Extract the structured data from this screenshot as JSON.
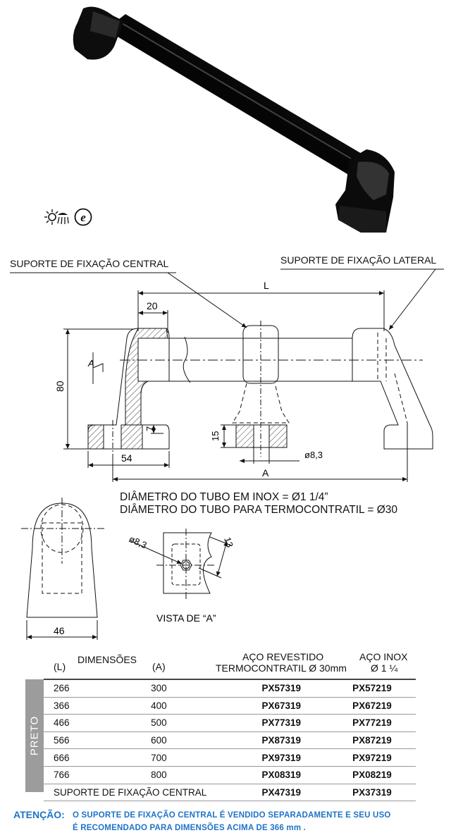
{
  "icons": [
    "sun-shower-icon",
    "e-circle-icon"
  ],
  "drawing": {
    "label_central": "SUPORTE DE FIXAÇÃO CENTRAL",
    "label_lateral": "SUPORTE DE FIXAÇÃO LATERAL",
    "dim_L": "L",
    "dim_20": "20",
    "dim_80": "80",
    "dim_7": "7",
    "dim_15": "15",
    "dim_54": "54",
    "dim_A": "A",
    "dim_hole": "ø8,3",
    "section_mark": "A",
    "dim_46": "46",
    "dim_hole_view": "ø8,3",
    "dim_13": "13",
    "view_label": "VISTA DE “A”"
  },
  "notes": {
    "line1": "DIÂMETRO DO TUBO EM INOX = Ø1 1/4”",
    "line2": "DIÂMETRO DO TUBO PARA TERMOCONTRATIL = Ø30"
  },
  "table": {
    "color_label": "PRETO",
    "headers": {
      "dimensions": "DIMENSÕES",
      "L": "(L)",
      "A": "(A)",
      "coated_line1": "AÇO REVESTIDO",
      "coated_line2": "TERMOCONTRATIL  Ø 30mm",
      "inox_line1": "AÇO INOX",
      "inox_line2": "Ø 1 ¼"
    },
    "rows": [
      {
        "L": "266",
        "A": "300",
        "coated": "PX57319",
        "inox": "PX57219"
      },
      {
        "L": "366",
        "A": "400",
        "coated": "PX67319",
        "inox": "PX67219"
      },
      {
        "L": "466",
        "A": "500",
        "coated": "PX77319",
        "inox": "PX77219"
      },
      {
        "L": "566",
        "A": "600",
        "coated": "PX87319",
        "inox": "PX87219"
      },
      {
        "L": "666",
        "A": "700",
        "coated": "PX97319",
        "inox": "PX97219"
      },
      {
        "L": "766",
        "A": "800",
        "coated": "PX08319",
        "inox": "PX08219"
      }
    ],
    "central_row": {
      "label": "SUPORTE DE FIXAÇÃO CENTRAL",
      "coated": "PX47319",
      "inox": "PX37319"
    }
  },
  "attention": {
    "title": "ATENÇÃO:",
    "line1": "O SUPORTE DE FIXAÇÃO CENTRAL É VENDIDO SEPARADAMENTE E SEU USO",
    "line2": "É RECOMENDADO PARA DIMENSÕES  ACIMA DE 366 mm .",
    "color": "#1e73c8"
  }
}
